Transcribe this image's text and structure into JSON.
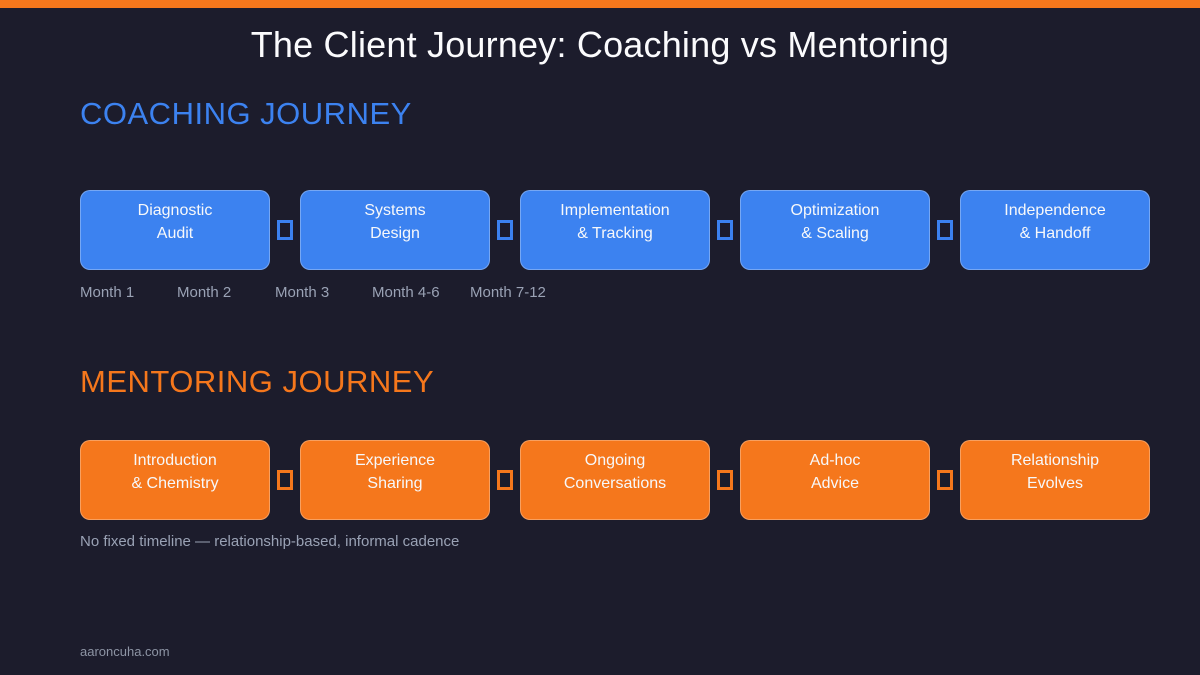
{
  "page": {
    "title": "The Client Journey: Coaching vs Mentoring",
    "footer": "aaroncuha.com"
  },
  "colors": {
    "background": "#1c1c2c",
    "top_accent_bar": "#f5771c",
    "coaching_accent": "#3c82f0",
    "mentoring_accent": "#f5771c",
    "muted_text": "#9aa2b5",
    "box_text": "#f7f8fa"
  },
  "icons": {
    "connector": "hollow-square-connector"
  },
  "coaching": {
    "heading": "COACHING JOURNEY",
    "stages": [
      {
        "line1": "Diagnostic",
        "line2": "Audit"
      },
      {
        "line1": "Systems",
        "line2": "Design"
      },
      {
        "line1": "Implementation",
        "line2": "& Tracking"
      },
      {
        "line1": "Optimization",
        "line2": "& Scaling"
      },
      {
        "line1": "Independence",
        "line2": "& Handoff"
      }
    ],
    "timeline": [
      "Month 1",
      "Month 2",
      "Month 3",
      "Month 4-6",
      "Month 7-12"
    ]
  },
  "mentoring": {
    "heading": "MENTORING JOURNEY",
    "stages": [
      {
        "line1": "Introduction",
        "line2": "& Chemistry"
      },
      {
        "line1": "Experience",
        "line2": "Sharing"
      },
      {
        "line1": "Ongoing",
        "line2": "Conversations"
      },
      {
        "line1": "Ad-hoc",
        "line2": "Advice"
      },
      {
        "line1": "Relationship",
        "line2": "Evolves"
      }
    ],
    "timeline_note": "No fixed timeline — relationship-based, informal cadence"
  }
}
